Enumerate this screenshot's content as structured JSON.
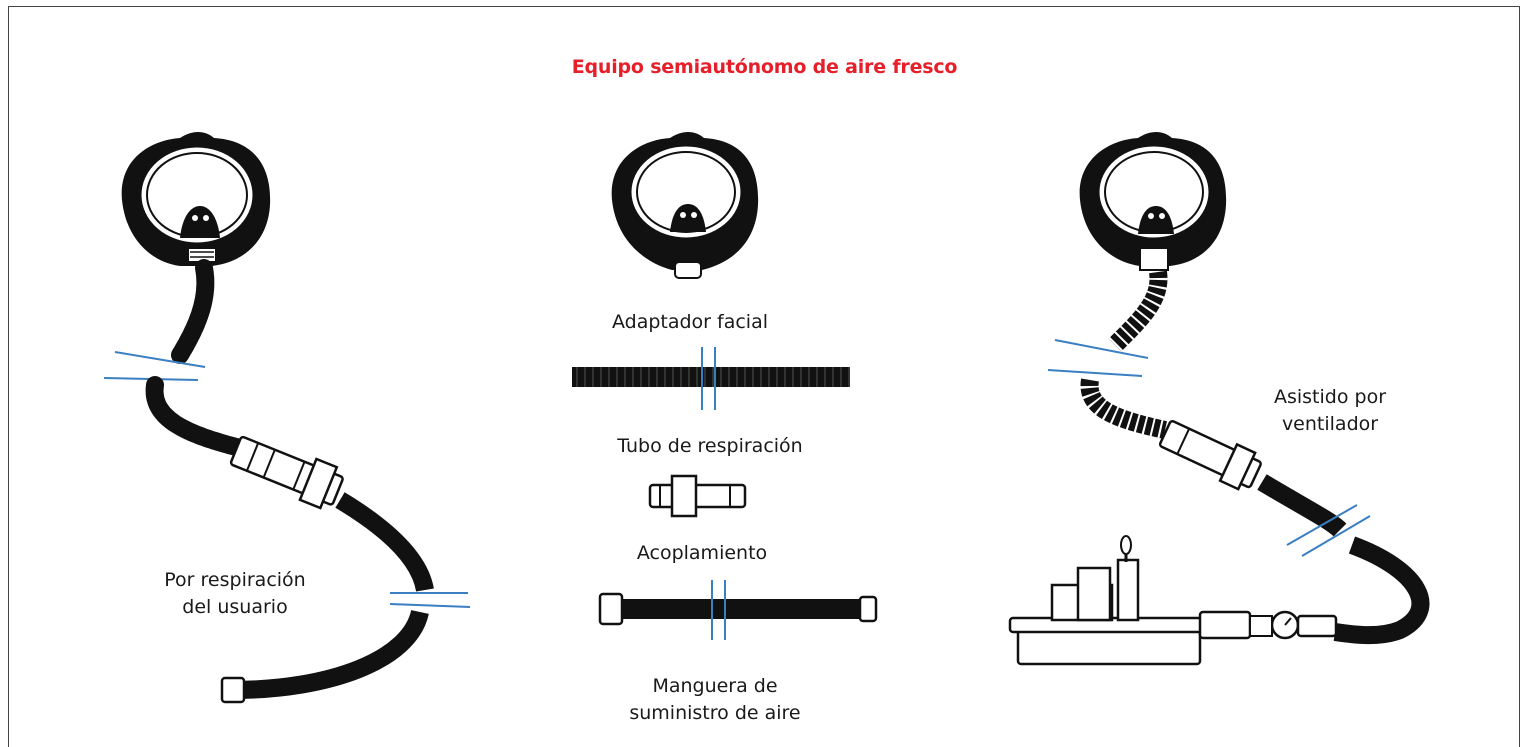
{
  "title": "Equipo semiautónomo de aire fresco",
  "labels": {
    "facial_adapter": "Adaptador facial",
    "breathing_tube": "Tubo de respiración",
    "coupling": "Acoplamiento",
    "supply_hose_line1": "Manguera de",
    "supply_hose_line2": "suministro de aire",
    "user_breathing_line1": "Por respiración",
    "user_breathing_line2": "del usuario",
    "fan_assisted_line1": "Asistido por",
    "fan_assisted_line2": "ventilador"
  },
  "colors": {
    "title": "#e5202a",
    "break_lines": "#3a7fc1",
    "equipment": "#111111"
  }
}
